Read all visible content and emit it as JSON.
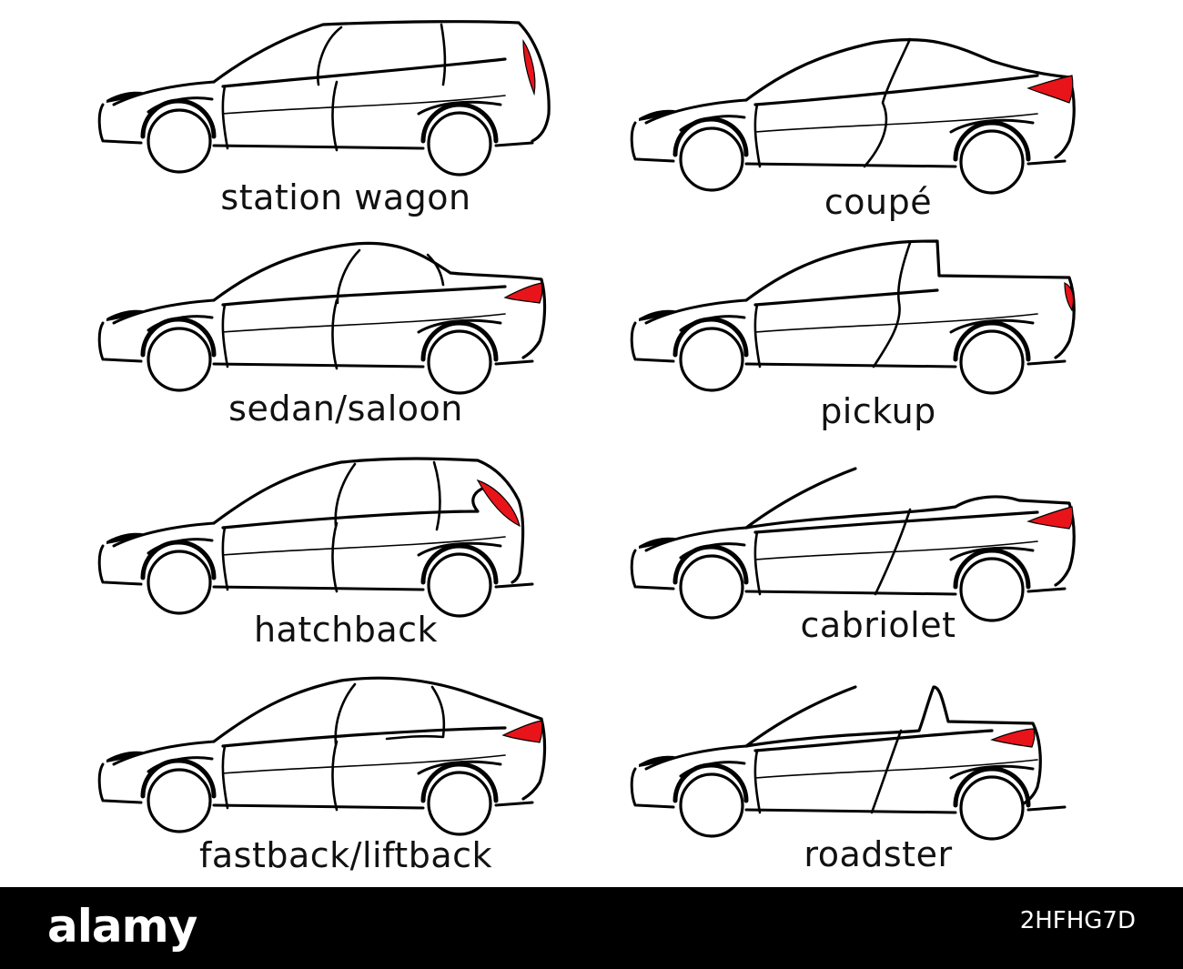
{
  "colors": {
    "outline": "#000000",
    "taillight": "#e8141a",
    "background": "#ffffff",
    "footer": "#000000"
  },
  "cars": [
    {
      "type": "station-wagon",
      "label": "station wagon"
    },
    {
      "type": "coupe",
      "label": "coupé"
    },
    {
      "type": "sedan",
      "label": "sedan/saloon"
    },
    {
      "type": "pickup",
      "label": "pickup"
    },
    {
      "type": "hatchback",
      "label": "hatchback"
    },
    {
      "type": "cabriolet",
      "label": "cabriolet"
    },
    {
      "type": "fastback",
      "label": "fastback/liftback"
    },
    {
      "type": "roadster",
      "label": "roadster"
    }
  ],
  "footer": {
    "brand": "alamy",
    "image_code": "2HFHG7D"
  }
}
